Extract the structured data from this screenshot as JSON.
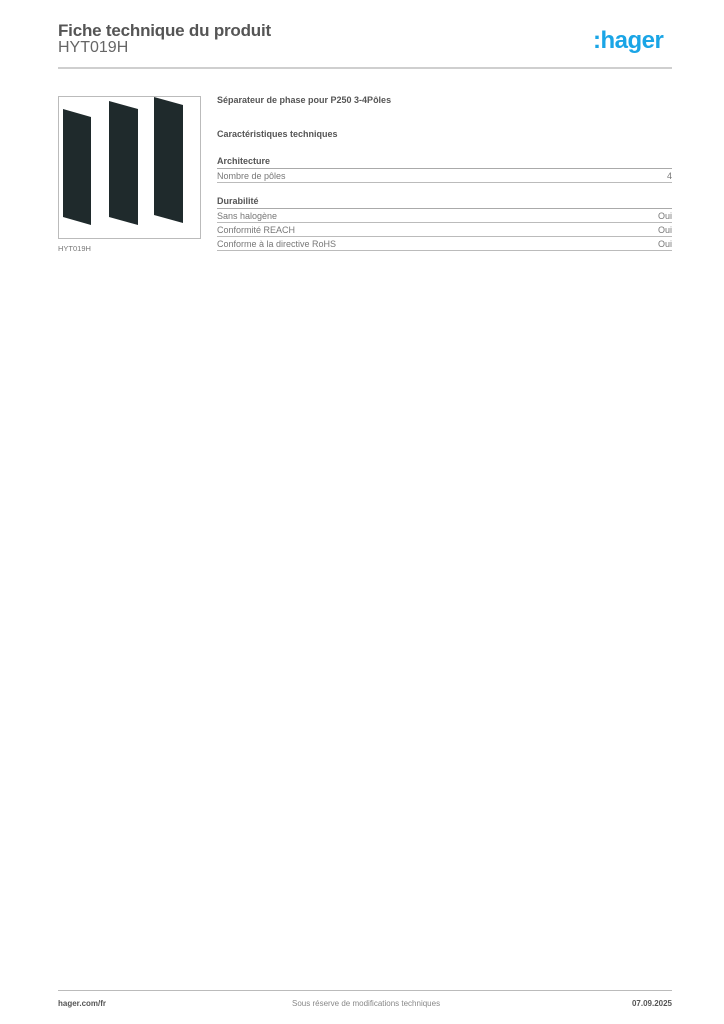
{
  "header": {
    "title": "Fiche technique du produit",
    "reference": "HYT019H",
    "logo_text": ":hager",
    "logo_color": "#1aa5e6"
  },
  "product_image": {
    "caption": "HYT019H",
    "panel_color": "#1f2a2c",
    "panel_count": 3
  },
  "product": {
    "name": "Séparateur de phase pour P250 3-4Pôles"
  },
  "specs": {
    "section_title": "Caractéristiques techniques",
    "groups": [
      {
        "title": "Architecture",
        "rows": [
          {
            "label": "Nombre de pôles",
            "value": "4"
          }
        ]
      },
      {
        "title": "Durabilité",
        "rows": [
          {
            "label": "Sans halogène",
            "value": "Oui"
          },
          {
            "label": "Conformité REACH",
            "value": "Oui"
          },
          {
            "label": "Conforme à la directive RoHS",
            "value": "Oui"
          }
        ]
      }
    ]
  },
  "footer": {
    "website": "hager.com/fr",
    "disclaimer": "Sous réserve de modifications techniques",
    "date": "07.09.2025"
  }
}
